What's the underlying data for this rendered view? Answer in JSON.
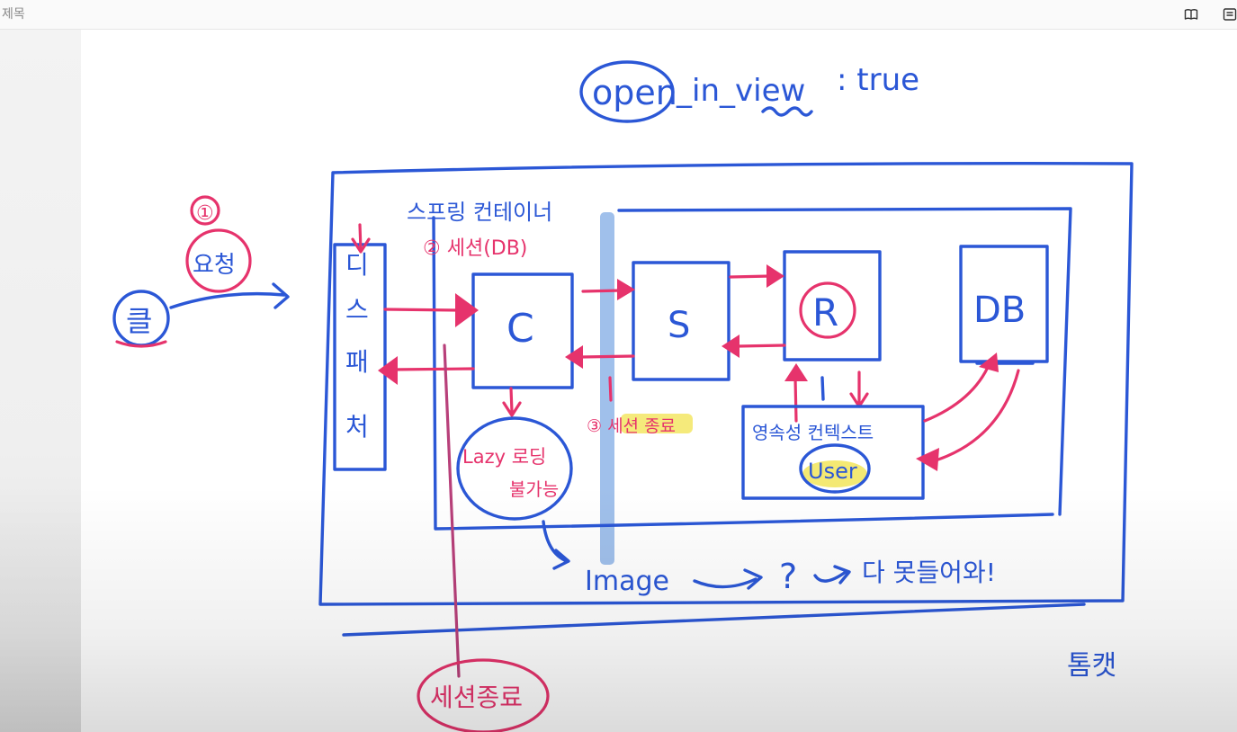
{
  "app": {
    "title": "제목"
  },
  "toolbar": {
    "book_icon": "book-open-icon",
    "menu_icon": "sidebar-icon"
  },
  "whiteboard": {
    "heading": {
      "open": "open",
      "in_view": "_in_view",
      "colon_true": ": true"
    },
    "client_label": "클",
    "step1_marker": "①",
    "request_label": "요청",
    "dispatcher_chars": [
      "디",
      "스",
      "패",
      "처"
    ],
    "spring_container_label": "스프링 컨테이너",
    "step2_label": "② 세션(DB)",
    "controller_label": "C",
    "service_label": "S",
    "repository_label": "R",
    "db_label": "DB",
    "session_close_mid": "③ 세션 종료",
    "lazy_loading_line1": "Lazy 로딩",
    "lazy_loading_line2": "불가능",
    "persistence_context_label": "영속성 컨텍스트",
    "user_label": "User",
    "image_label": "Image",
    "question_mark": "?",
    "bring_all_label": "다 못들어와!",
    "tomcat_label": "톰캣",
    "session_end_bottom": "세션종료"
  },
  "colors": {
    "blue_marker": "#2b57d6",
    "pink_marker": "#e6336c",
    "highlight_blue": "#8fb5e8",
    "highlight_yellow": "#f2e55a"
  }
}
